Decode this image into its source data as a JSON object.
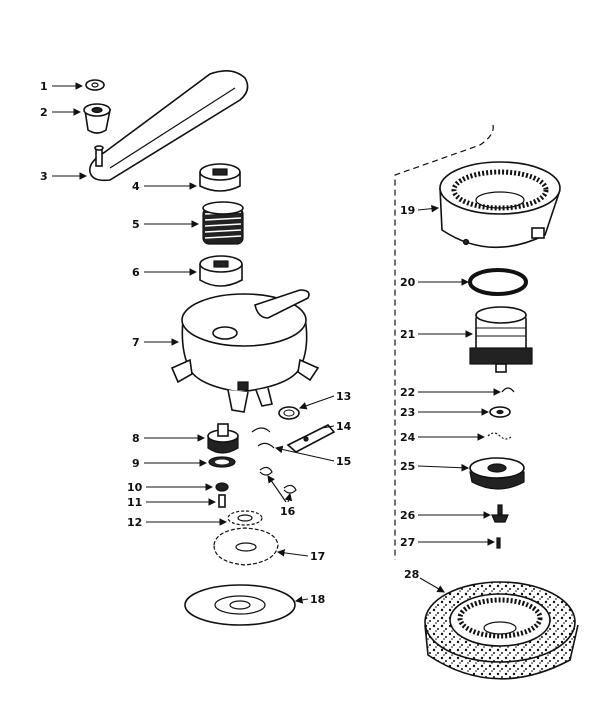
{
  "diagram": {
    "labels": [
      "1",
      "2",
      "3",
      "4",
      "5",
      "6",
      "7",
      "8",
      "9",
      "10",
      "11",
      "12",
      "13",
      "14",
      "15",
      "16",
      "17",
      "18",
      "19",
      "20",
      "21",
      "22",
      "23",
      "24",
      "25",
      "26",
      "27",
      "28"
    ]
  }
}
